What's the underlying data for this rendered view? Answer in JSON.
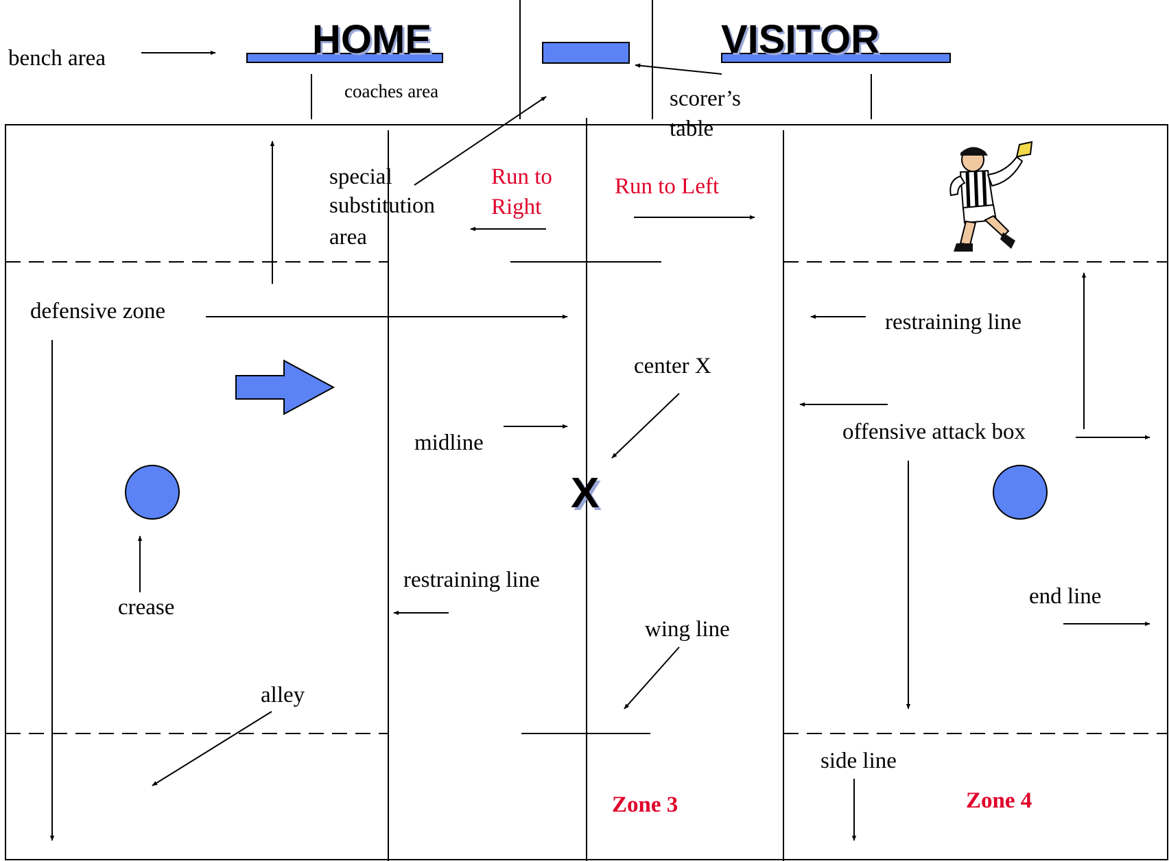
{
  "headers": {
    "home": "HOME",
    "visitor": "VISITOR"
  },
  "labels": {
    "bench_area": "bench area",
    "coaches_area": "coaches area",
    "scorers_table_1": "scorer’s",
    "scorers_table_2": "table",
    "special_sub_1": "special",
    "special_sub_2": "substitution",
    "special_sub_3": "area",
    "run_right_1": "Run to",
    "run_right_2": "Right",
    "run_left": "Run to Left",
    "defensive_zone": "defensive zone",
    "restraining_line_right": "restraining line",
    "center_x": "center X",
    "midline": "midline",
    "offensive_attack_box": "offensive attack box",
    "x_mark": "X",
    "restraining_line_left": "restraining line",
    "crease": "crease",
    "end_line": "end line",
    "wing_line": "wing line",
    "alley": "alley",
    "side_line": "side line",
    "zone_3": "Zone 3",
    "zone_4": "Zone 4"
  },
  "colors": {
    "accent_blue": "#5b83f5",
    "outline": "#000000",
    "run_text": "#e0002a"
  },
  "icons": [
    "referee-icon",
    "direction-arrow-icon"
  ]
}
